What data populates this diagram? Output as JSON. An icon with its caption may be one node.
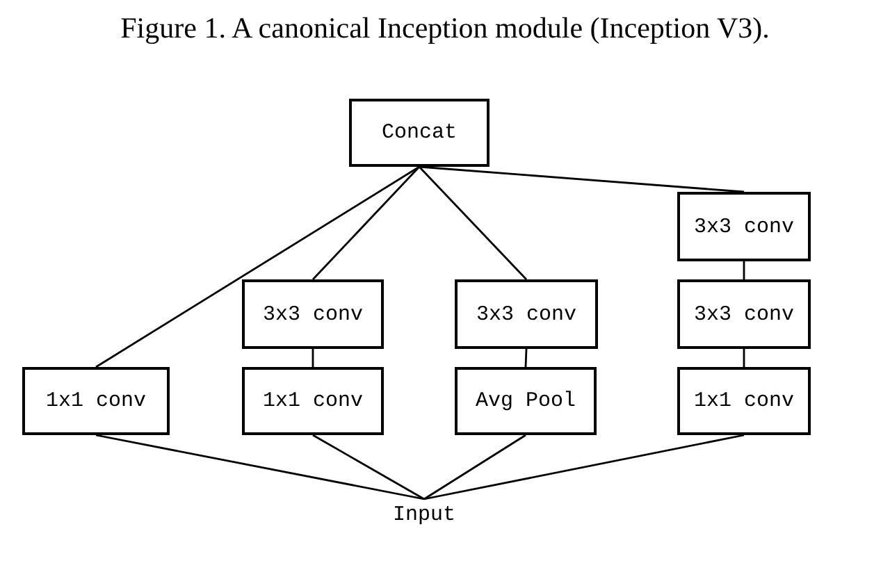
{
  "diagram": {
    "title": "Figure 1. A canonical Inception module (Inception V3).",
    "nodes": [
      {
        "text": [
          "Concat"
        ]
      },
      {
        "text": [
          "3x3 conv"
        ]
      },
      {
        "text": [
          "3x3 conv"
        ]
      },
      {
        "text": [
          "3x3 conv"
        ]
      },
      {
        "text": [
          "3x3 conv"
        ]
      },
      {
        "text": [
          "1x1 conv"
        ]
      },
      {
        "text": [
          "1x1 conv"
        ]
      },
      {
        "text": [
          "Avg Pool"
        ]
      },
      {
        "text": [
          "1x1 conv"
        ]
      },
      {
        "text": [
          "Input"
        ]
      }
    ],
    "edges": [
      {
        "from": 9,
        "to": 5,
        "arrow": "none"
      },
      {
        "from": 9,
        "to": 6,
        "arrow": "none"
      },
      {
        "from": 9,
        "to": 7,
        "arrow": "none"
      },
      {
        "from": 9,
        "to": 8,
        "arrow": "none"
      },
      {
        "from": 6,
        "to": 2,
        "arrow": "none"
      },
      {
        "from": 7,
        "to": 3,
        "arrow": "none"
      },
      {
        "from": 8,
        "to": 4,
        "arrow": "none"
      },
      {
        "from": 4,
        "to": 1,
        "arrow": "none"
      },
      {
        "from": 5,
        "to": 0,
        "arrow": "none"
      },
      {
        "from": 2,
        "to": 0,
        "arrow": "none"
      },
      {
        "from": 3,
        "to": 0,
        "arrow": "none"
      },
      {
        "from": 1,
        "to": 0,
        "arrow": "none"
      }
    ]
  }
}
